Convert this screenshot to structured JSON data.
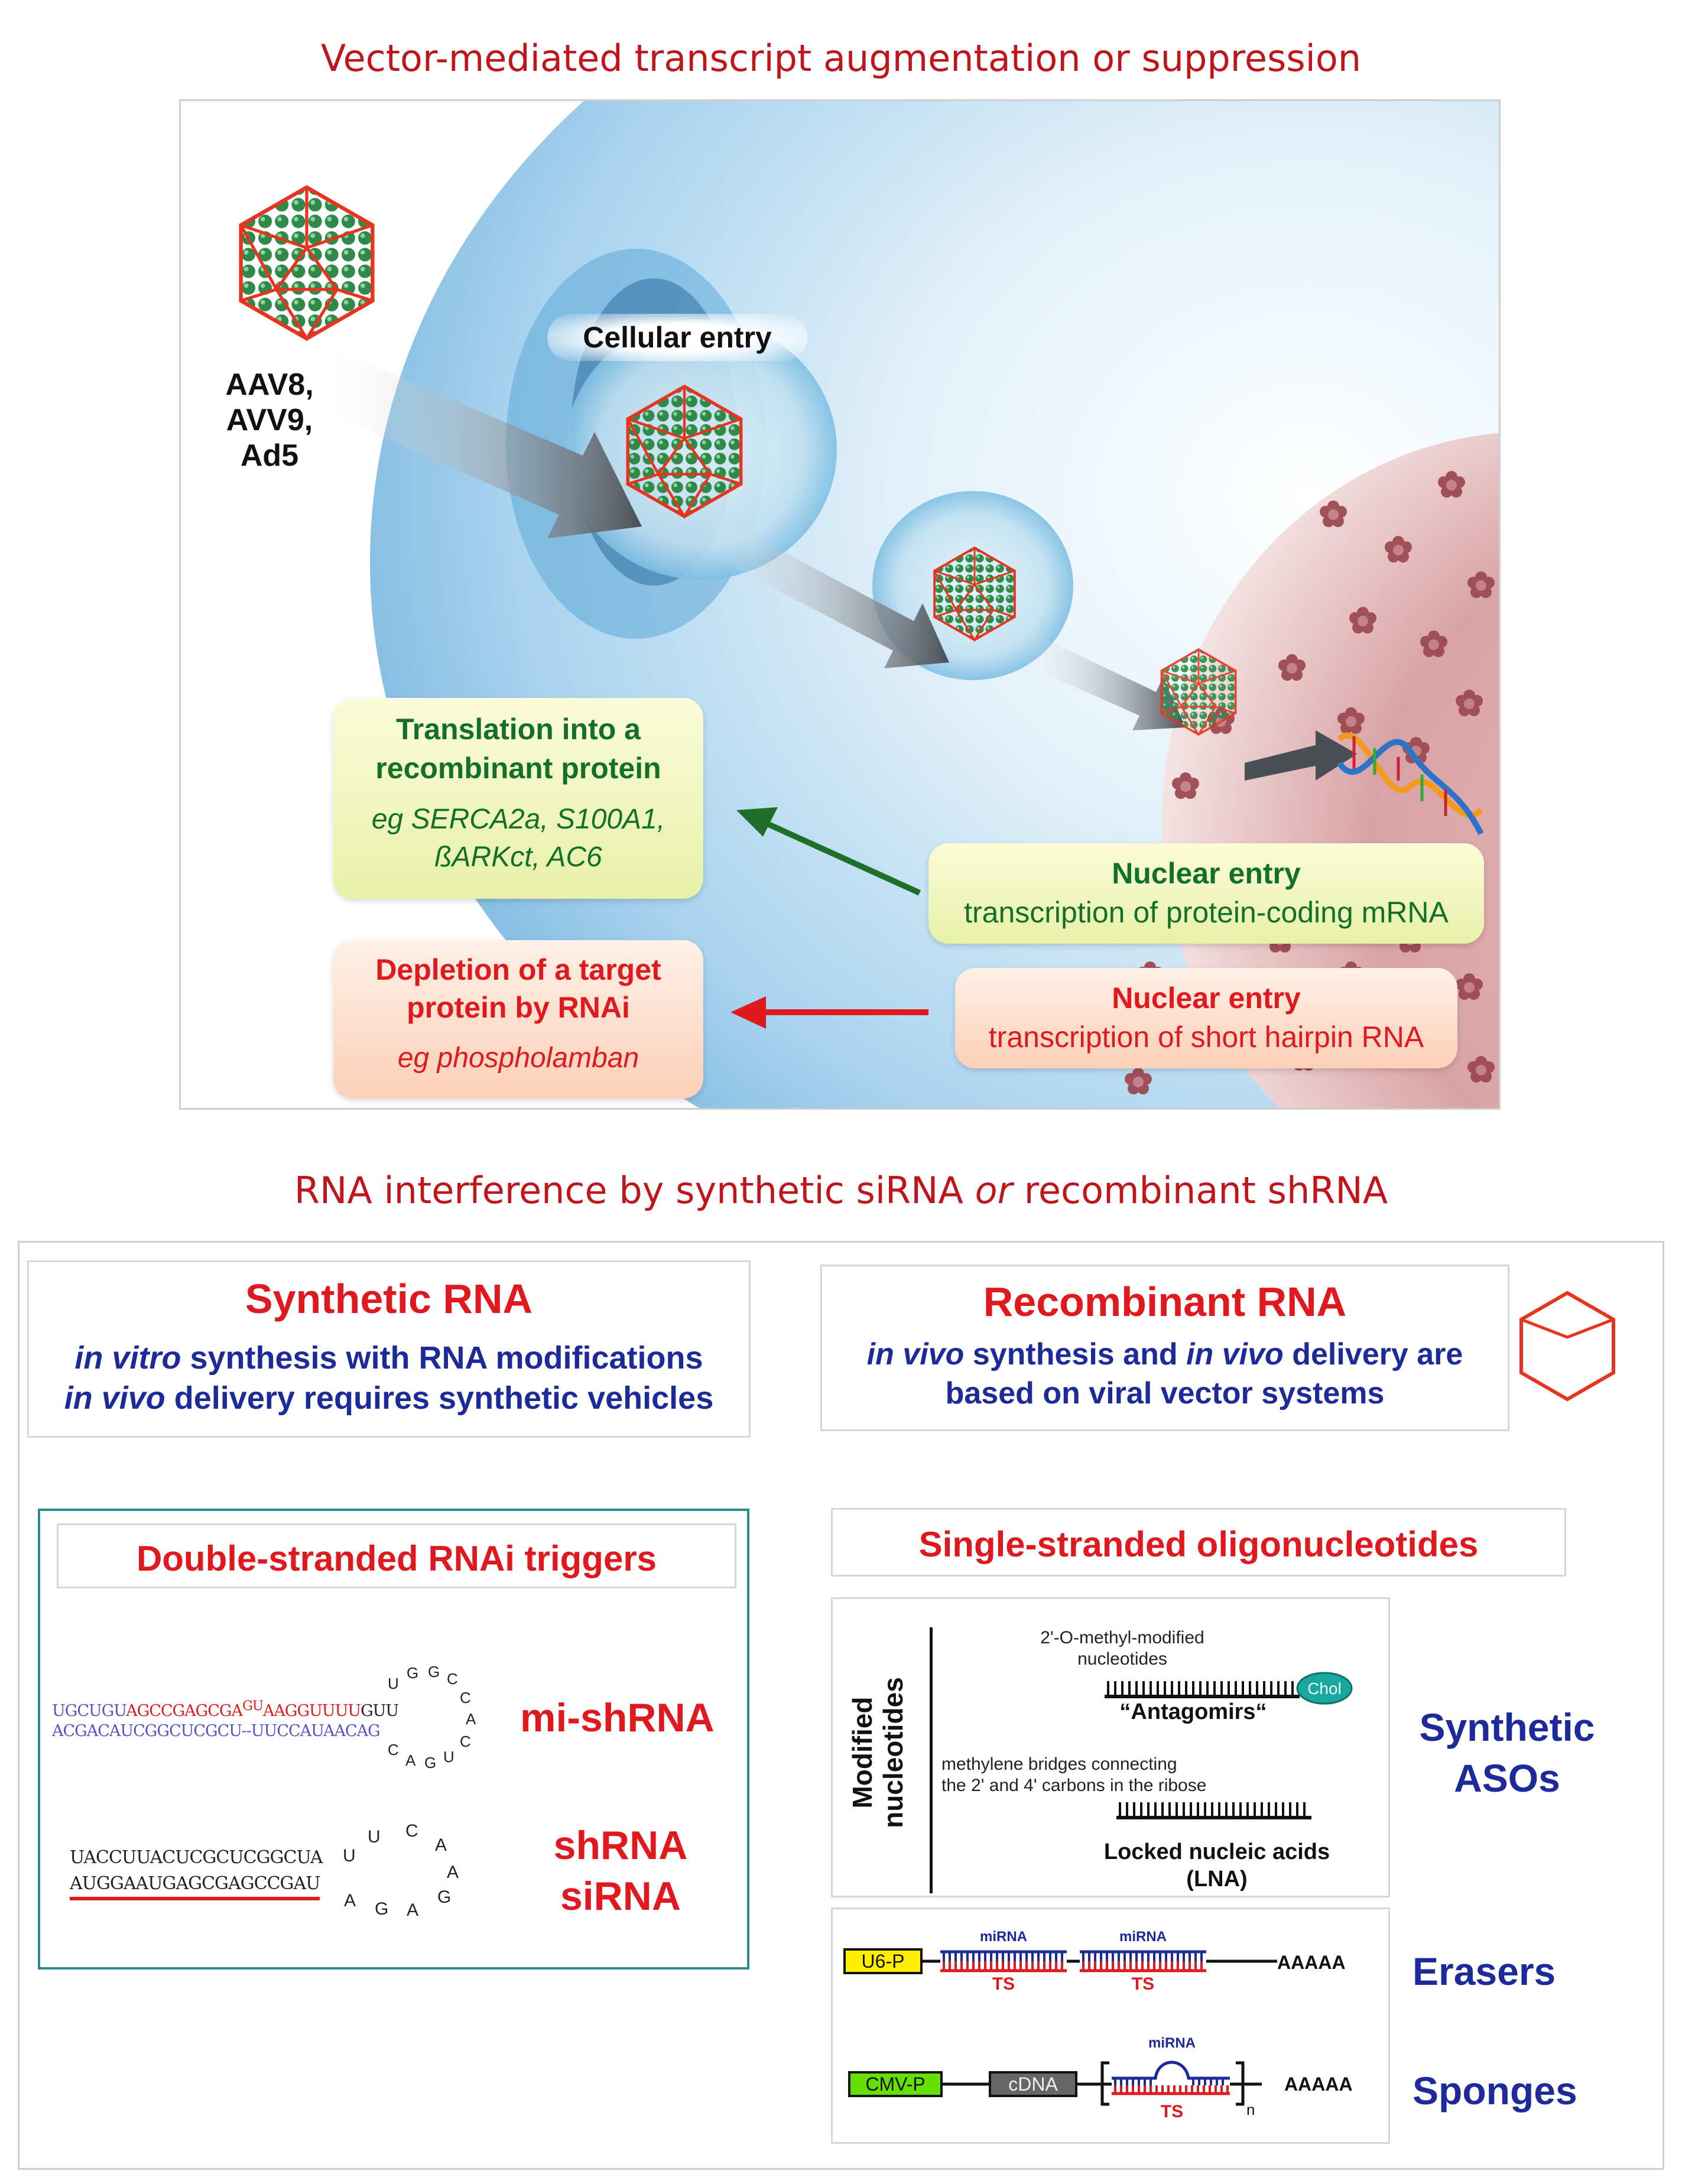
{
  "top": {
    "title": "Vector-mediated transcript augmentation or suppression",
    "vectors": [
      "AAV8,",
      "AVV9,",
      "Ad5"
    ],
    "cellular_entry": "Cellular entry",
    "translation_box": {
      "line1": "Translation into a",
      "line2": "recombinant protein",
      "eg1": "eg SERCA2a, S100A1,",
      "eg2": "ßARKct, AC6"
    },
    "depletion_box": {
      "line1": "Depletion of a target",
      "line2": "protein by RNAi",
      "eg": "eg phospholamban"
    },
    "nuclear_entry_mrna": {
      "title": "Nuclear entry",
      "sub": "transcription of protein-coding mRNA"
    },
    "nuclear_entry_shrna": {
      "title": "Nuclear entry",
      "sub": "transcription of short hairpin RNA"
    },
    "colors": {
      "green": "#12702b",
      "red": "#e0191f",
      "capsid": "#2f7a42",
      "capsid_edge": "#e8331f"
    }
  },
  "bottom": {
    "title_pre": "RNA interference by synthetic siRNA ",
    "title_or": "or",
    "title_post": " recombinant shRNA",
    "synthetic_rna": {
      "title": "Synthetic RNA",
      "l1_it": "in vitro",
      "l1_rest": " synthesis with RNA modifications",
      "l2_it": "in vivo",
      "l2_rest": " delivery requires synthetic vehicles"
    },
    "recombinant_rna": {
      "title": "Recombinant RNA",
      "l1_it1": "in vivo",
      "l1_mid": " synthesis and ",
      "l1_it2": "in vivo",
      "l1_rest": " delivery are",
      "l2": "based on viral vector systems"
    },
    "ds_title": "Double-stranded RNAi triggers",
    "mi_shrna": "mi-shRNA",
    "shrna": "shRNA",
    "sirna": "siRNA",
    "mi_seq_top_ug": "UG",
    "mi_seq_top_a": "CUGU",
    "mi_seq_top_b": "AGCCGAGCGA",
    "mi_seq_top_gu": "GU",
    "mi_seq_top_c": "AAGGUUUU",
    "mi_seq_top_d": "GUU",
    "mi_seq_bot_ac": "AC",
    "mi_seq_bot": "GACAUCGGCUCGCU--UUCCAUAACAG",
    "mi_loop": [
      "U",
      "G",
      "G",
      "C",
      "C",
      "A",
      "C",
      "U",
      "G",
      "A",
      "C",
      "G",
      "U"
    ],
    "sh_top": "UACCUUACUCGCUCGGCUA",
    "sh_bot": "AUGGAAUGAGCGAGCCGAU",
    "sh_loop": [
      "U",
      "U",
      "C",
      "A",
      "A",
      "G",
      "A",
      "G",
      "A"
    ],
    "ss_title": "Single-stranded oligonucleotides",
    "modified_nucleotides_1": "Modified",
    "modified_nucleotides_2": "nucleotides",
    "ome_1": "2'-O-methyl-modified",
    "ome_2": "nucleotides",
    "chol": "Chol",
    "antagomirs": "“Antagomirs“",
    "lna_desc_1": "methylene bridges connecting",
    "lna_desc_2": "the 2' and 4' carbons in the ribose",
    "lna_1": "Locked nucleic acids",
    "lna_2": "(LNA)",
    "synthetic_asos_1": "Synthetic",
    "synthetic_asos_2": "ASOs",
    "erasers": "Erasers",
    "sponges": "Sponges",
    "u6p": "U6-P",
    "cmvp": "CMV-P",
    "cdna": "cDNA",
    "mirna": "miRNA",
    "ts": "TS",
    "polya": "AAAAA",
    "n": "n",
    "colors": {
      "red": "#e0191f",
      "blue": "#1c2a9a",
      "u6": "#ffee00",
      "cmv": "#66e000",
      "cdna": "#666666"
    }
  }
}
